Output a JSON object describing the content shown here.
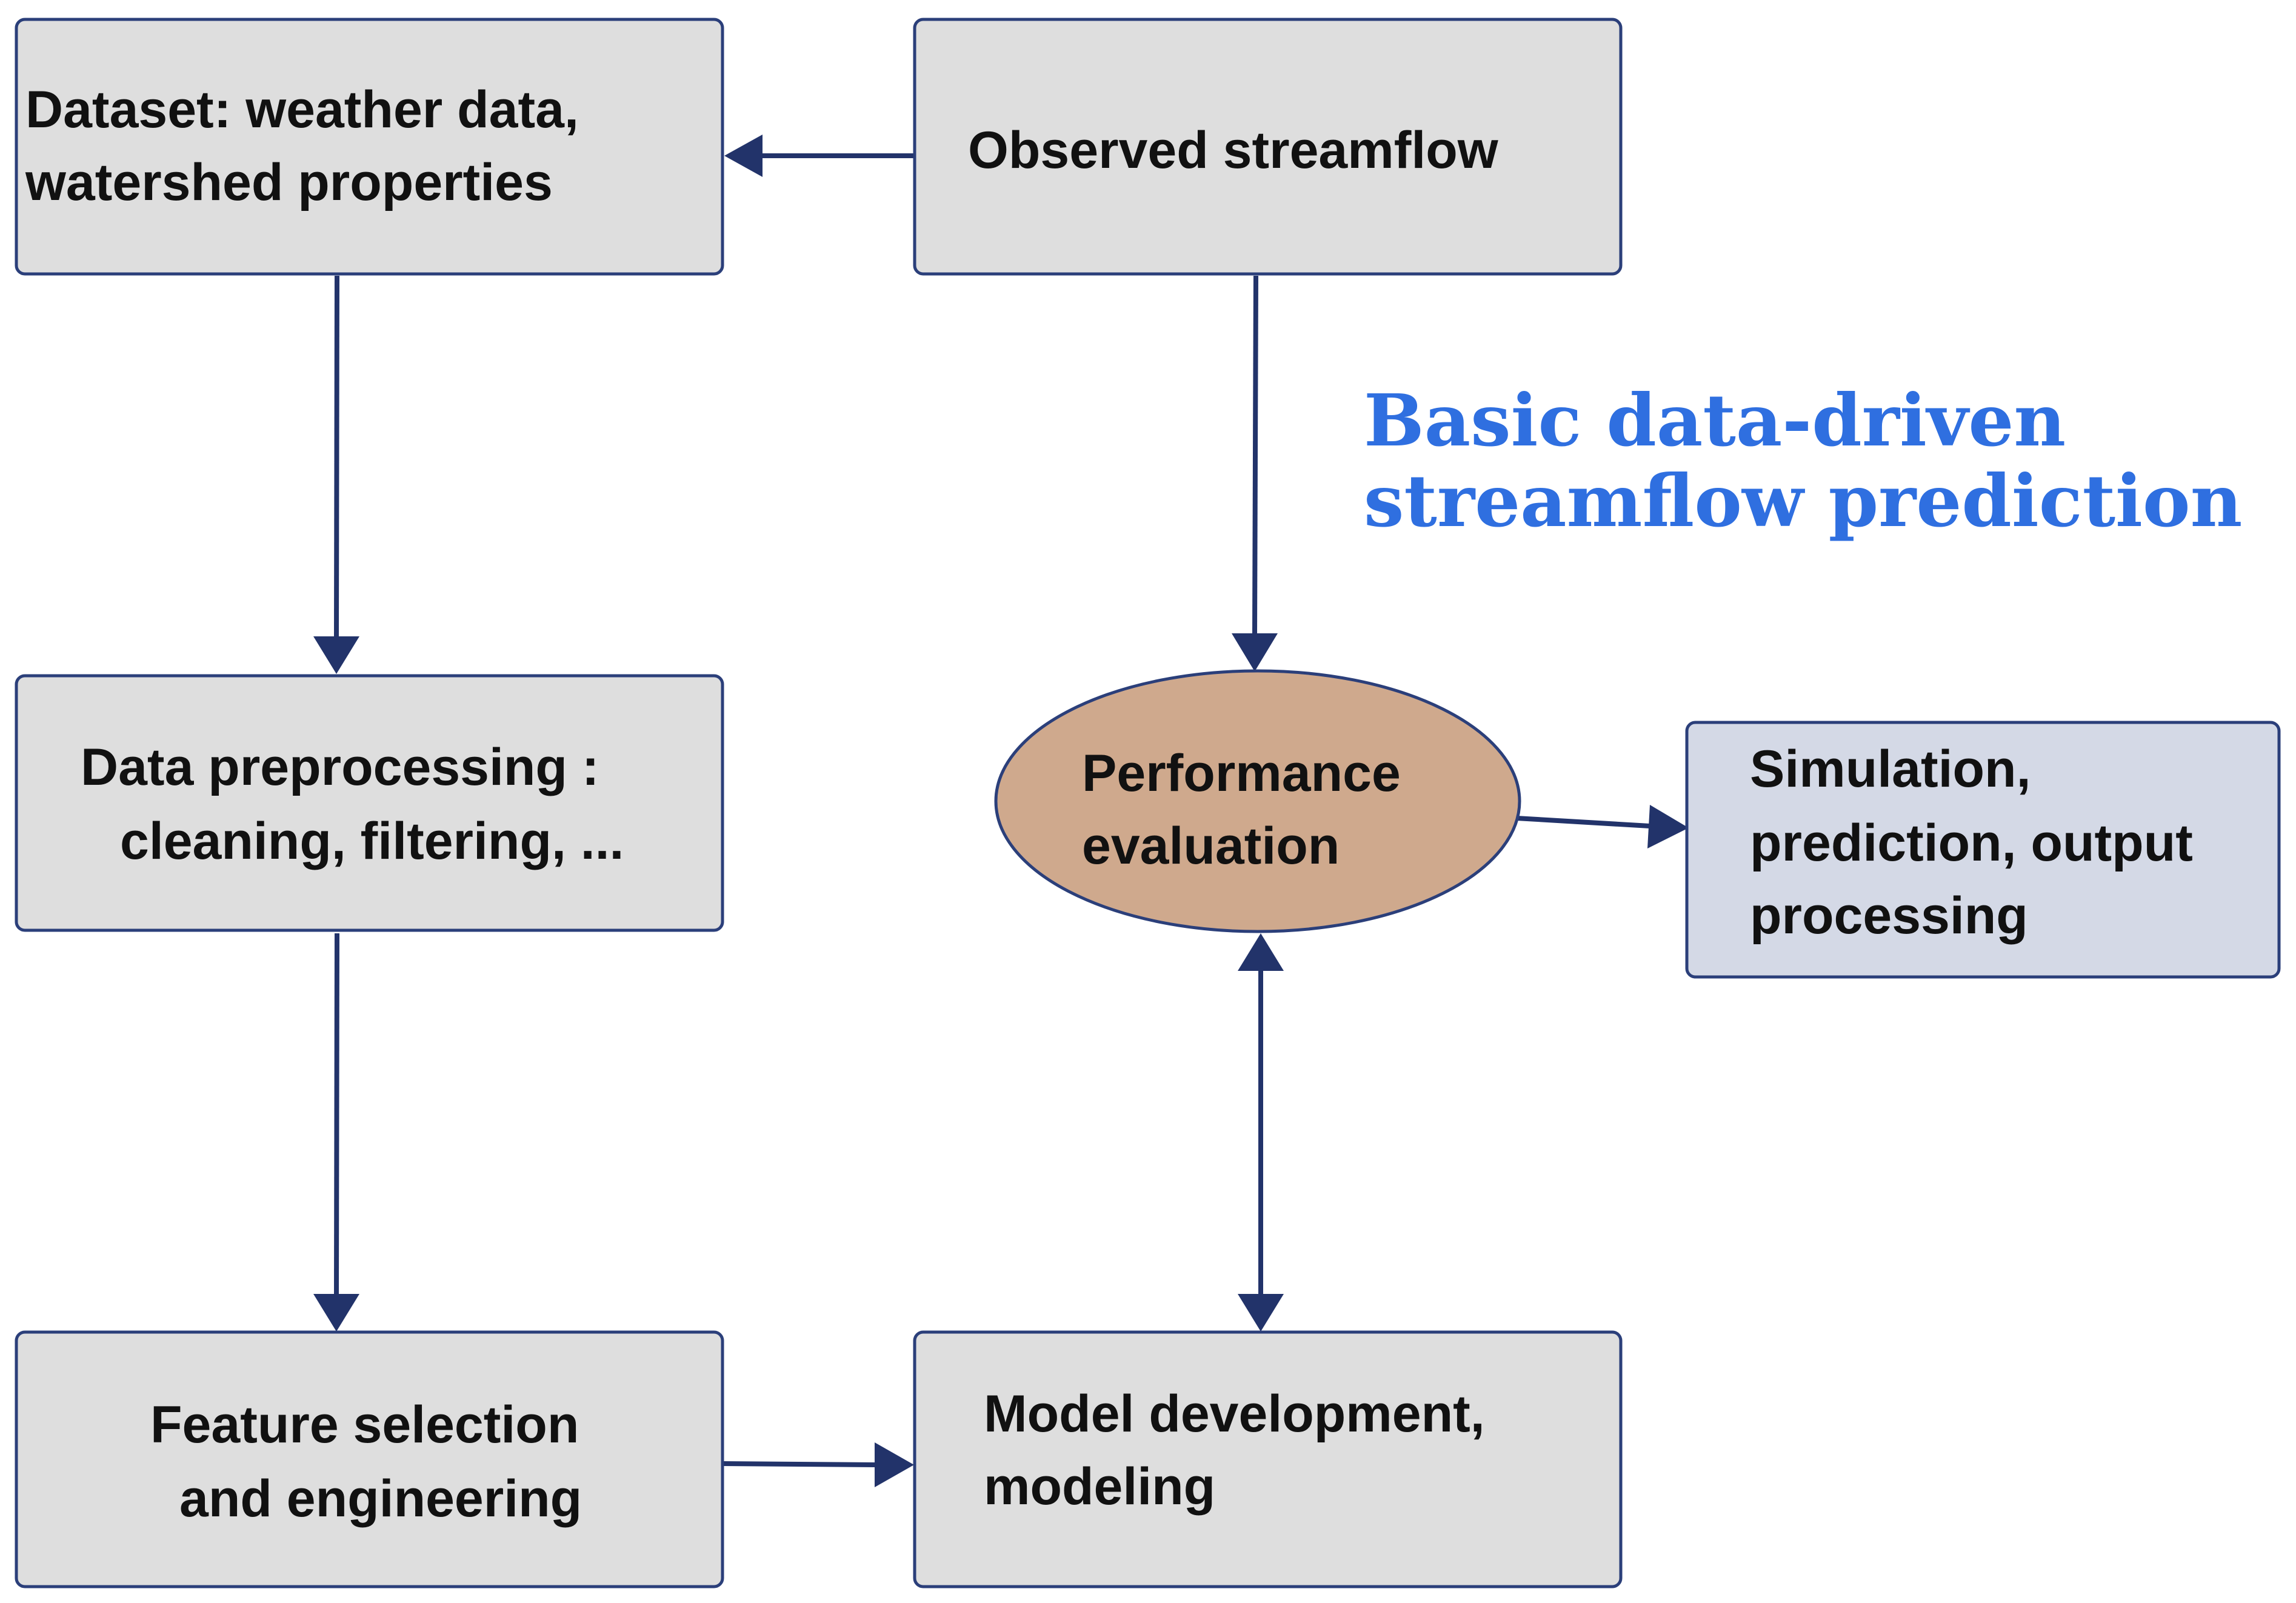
{
  "diagram": {
    "title": {
      "line1": "Basic data-driven",
      "line2": "streamflow prediction"
    },
    "nodes": {
      "dataset": {
        "line1": "Dataset: weather  data,",
        "line2": "watershed properties"
      },
      "observed": {
        "line1": "Observed  streamflow"
      },
      "preprocessing": {
        "line1": "Data  preprocessing :",
        "line2": "cleaning, filtering, ..."
      },
      "performance": {
        "line1": "Performance",
        "line2": "evaluation"
      },
      "simulation": {
        "line1": "Simulation,",
        "line2": "prediction, output",
        "line3": "processing"
      },
      "feature": {
        "line1": "Feature selection",
        "line2": "and engineering"
      },
      "model": {
        "line1": "Model development,",
        "line2": "modeling"
      }
    },
    "colors": {
      "box_fill": "#dedede",
      "box_border": "#2b3f7a",
      "ellipse_fill": "#cfa98d",
      "output_box_fill": "#d4d9e6",
      "arrow": "#22336a",
      "title": "#2f6fe0"
    }
  }
}
